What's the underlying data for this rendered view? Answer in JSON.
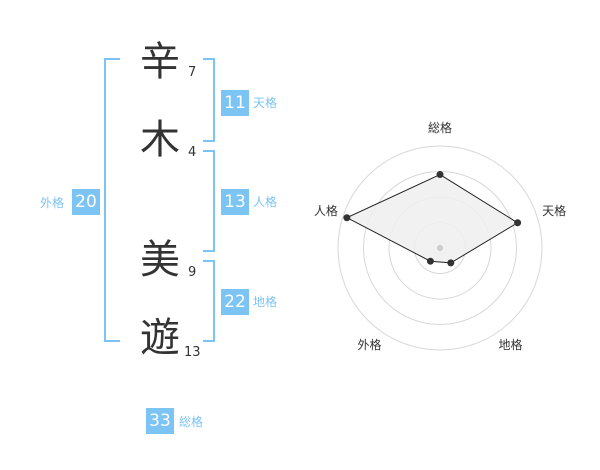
{
  "name": {
    "chars": [
      {
        "char": "辛",
        "strokes": "7"
      },
      {
        "char": "木",
        "strokes": "4"
      },
      {
        "char": "美",
        "strokes": "9"
      },
      {
        "char": "遊",
        "strokes": "13"
      }
    ]
  },
  "kaku": {
    "tenkaku": {
      "value": "11",
      "label": "天格"
    },
    "jinkaku": {
      "value": "13",
      "label": "人格"
    },
    "chikaku": {
      "value": "22",
      "label": "地格"
    },
    "gaikaku": {
      "value": "20",
      "label": "外格"
    },
    "soukaku": {
      "value": "33",
      "label": "総格"
    }
  },
  "accent_color": "#7cc4f4",
  "chart_data": {
    "type": "radar",
    "axes": [
      "総格",
      "天格",
      "地格",
      "外格",
      "人格"
    ],
    "values": [
      0.72,
      0.8,
      0.18,
      0.16,
      0.96
    ],
    "rings": 4
  }
}
